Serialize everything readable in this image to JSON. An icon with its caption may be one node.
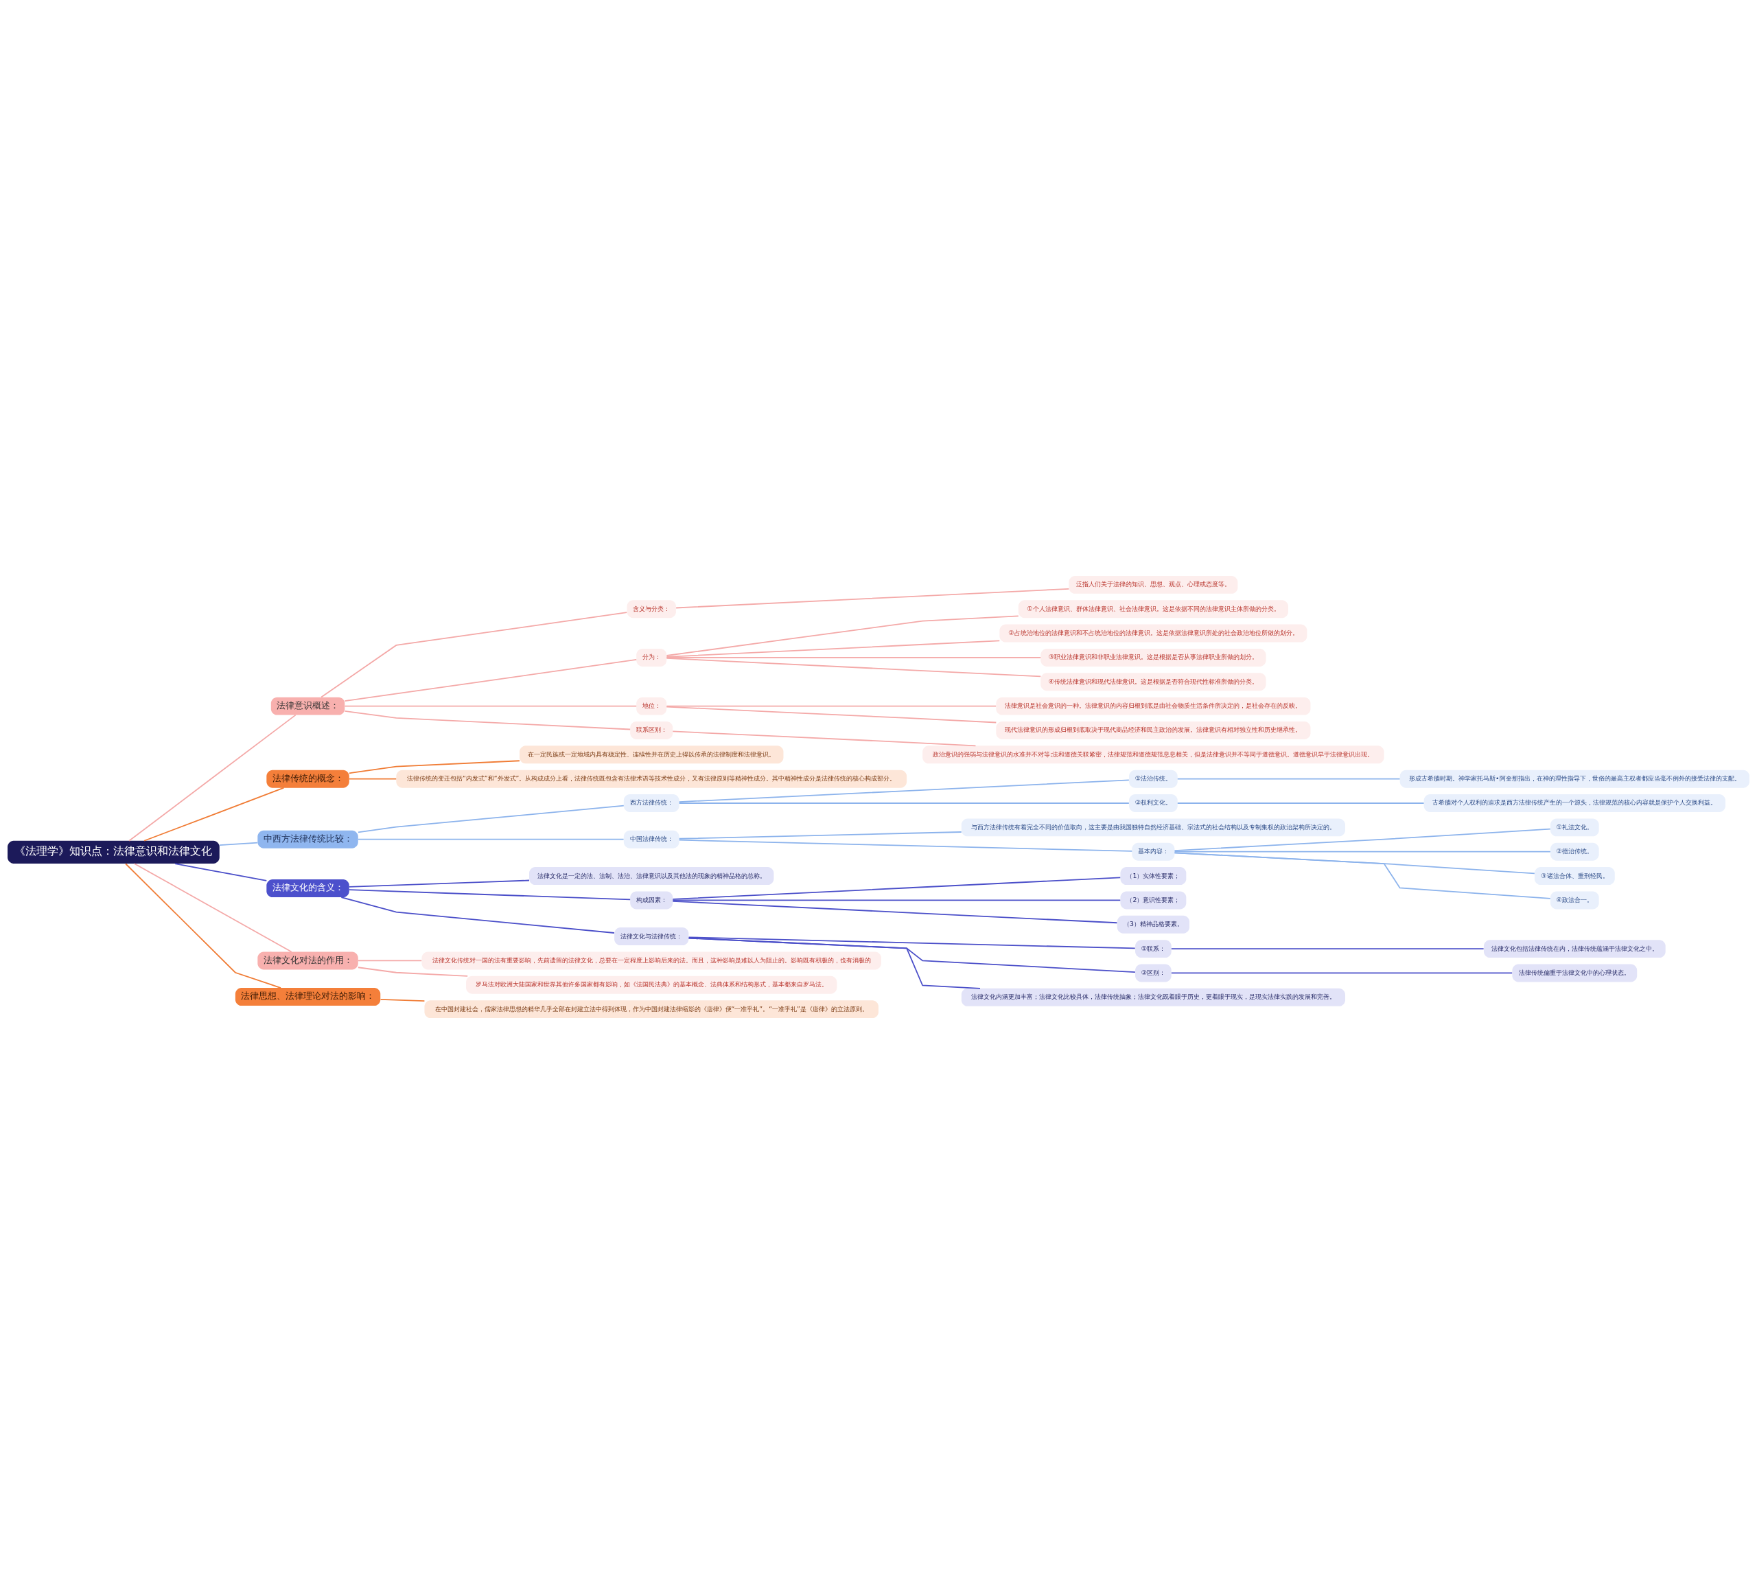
{
  "diagram": {
    "nodes": [
      {
        "text": [
          "《法理学》知识点：法律意识和法律文化"
        ]
      },
      {
        "text": [
          "法律意识概述："
        ]
      },
      {
        "text": [
          "含义与分类："
        ]
      },
      {
        "text": [
          "泛指人们关于法律的知识、思想、观点、心理或态度等。"
        ]
      },
      {
        "text": [
          "分为："
        ]
      },
      {
        "text": [
          "①个人法律意识、群体法律意识、社会法律意识。这是依据不同的法律意识主体所做的分类。"
        ]
      },
      {
        "text": [
          "②占统治地位的法律意识和不占统治地位的法律意识。这是依据法律意识所处的社会政治地位所做的划分。"
        ]
      },
      {
        "text": [
          "③职业法律意识和非职业法律意识。这是根据是否从事法律职业所做的划分。"
        ]
      },
      {
        "text": [
          "④传统法律意识和现代法律意识。这是根据是否符合现代性标准所做的分类。"
        ]
      },
      {
        "text": [
          "地位："
        ]
      },
      {
        "text": [
          "法律意识是社会意识的一种。法律意识的内容归根到底是由社会物质生活条件所决定的，是社会存在的反映。"
        ]
      },
      {
        "text": [
          "现代法律意识的形成归根到底取决于现代商品经济和民主政治的发展。法律意识有相对独立性和历史继承性。"
        ]
      },
      {
        "text": [
          "联系区别："
        ]
      },
      {
        "text": [
          "政治意识的强弱与法律意识的水准并不对等;法和道德关联紧密，法律规范和道德规范息息相关，但是法律意识并不等同于道德意识。道德意识早于法律意识出现。"
        ]
      },
      {
        "text": [
          "法律传统的概念："
        ]
      },
      {
        "text": [
          "在一定民族或一定地域内具有稳定性、连续性并在历史上得以传承的法律制度和法律意识。"
        ]
      },
      {
        "text": [
          "法律传统的变迁包括“内发式”和“外发式”。从构成成分上看，法律传统既包含有法律术语等技术性成分，又有法律原则等精神性成分。其中精神性成分是法律传统的核心构成部分。"
        ]
      },
      {
        "text": [
          "中西方法律传统比较："
        ]
      },
      {
        "text": [
          "西方法律传统："
        ]
      },
      {
        "text": [
          "①法治传统。"
        ]
      },
      {
        "text": [
          "形成古希腊时期。神学家托马斯•阿奎那指出，在神的理性指导下，世俗的最高主权者都应当毫不例外的接受法律的支配。"
        ]
      },
      {
        "text": [
          "②权利文化。"
        ]
      },
      {
        "text": [
          "古希腊对个人权利的追求是西方法律传统产生的一个源头，法律规范的核心内容就是保护个人交换利益。"
        ]
      },
      {
        "text": [
          "中国法律传统："
        ]
      },
      {
        "text": [
          "与西方法律传统有着完全不同的价值取向，这主要是由我国独特自然经济基础、宗法式的社会结构以及专制集权的政治架构所决定的。"
        ]
      },
      {
        "text": [
          "基本内容："
        ]
      },
      {
        "text": [
          "①礼法文化。"
        ]
      },
      {
        "text": [
          "②德治传统。"
        ]
      },
      {
        "text": [
          "③诸法合体、重刑轻民。"
        ]
      },
      {
        "text": [
          "④政法合一。"
        ]
      },
      {
        "text": [
          "法律文化的含义："
        ]
      },
      {
        "text": [
          "法律文化是一定的法、法制、法治、法律意识以及其他法的现象的精神品格的总称。"
        ]
      },
      {
        "text": [
          "构成因素："
        ]
      },
      {
        "text": [
          "（1）实体性要素；"
        ]
      },
      {
        "text": [
          "（2）意识性要素；"
        ]
      },
      {
        "text": [
          "（3）精神品格要素。"
        ]
      },
      {
        "text": [
          "法律文化与法律传统："
        ]
      },
      {
        "text": [
          "①联系："
        ]
      },
      {
        "text": [
          "法律文化包括法律传统在内，法律传统蕴涵于法律文化之中。"
        ]
      },
      {
        "text": [
          "②区别："
        ]
      },
      {
        "text": [
          "法律传统偏重于法律文化中的心理状态。"
        ]
      },
      {
        "text": [
          "法律文化内涵更加丰富；法律文化比较具体，法律传统抽象；法律文化既着眼于历史，更着眼于现实，是现实法律实践的发展和完善。"
        ]
      },
      {
        "text": [
          "法律文化对法的作用："
        ]
      },
      {
        "text": [
          "法律文化传统对一国的法有重要影响，先前遗留的法律文化，总要在一定程度上影响后来的法。而且，这种影响是难以人为阻止的。影响既有积极的，也有消极的"
        ]
      },
      {
        "text": [
          "罗马法对欧洲大陆国家和世界其他许多国家都有影响，如《法国民法典》的基本概念、法典体系和结构形式，基本都来自罗马法。"
        ]
      },
      {
        "text": [
          "法律思想、法律理论对法的影响："
        ]
      },
      {
        "text": [
          "在中国封建社会，儒家法律思想的精华几乎全部在封建立法中得到体现，作为中国封建法律缩影的《唐律》便“一准乎礼”。“一准乎礼”是《唐律》的立法原则。"
        ]
      }
    ],
    "edges": [
      {
        "from": 0,
        "to": 1,
        "arrow": "none",
        "color": "#f4a9a8"
      },
      {
        "from": 1,
        "to": 2,
        "arrow": "none",
        "color": "#f4a9a8"
      },
      {
        "from": 2,
        "to": 3,
        "arrow": "none",
        "color": "#f4a9a8"
      },
      {
        "from": 1,
        "to": 4,
        "arrow": "none",
        "color": "#f4a9a8"
      },
      {
        "from": 4,
        "to": 5,
        "arrow": "none",
        "color": "#f4a9a8"
      },
      {
        "from": 4,
        "to": 6,
        "arrow": "none",
        "color": "#f4a9a8"
      },
      {
        "from": 4,
        "to": 7,
        "arrow": "none",
        "color": "#f4a9a8"
      },
      {
        "from": 4,
        "to": 8,
        "arrow": "none",
        "color": "#f4a9a8"
      },
      {
        "from": 1,
        "to": 9,
        "arrow": "none",
        "color": "#f4a9a8"
      },
      {
        "from": 9,
        "to": 10,
        "arrow": "none",
        "color": "#f4a9a8"
      },
      {
        "from": 9,
        "to": 11,
        "arrow": "none",
        "color": "#f4a9a8"
      },
      {
        "from": 1,
        "to": 12,
        "arrow": "none",
        "color": "#f4a9a8"
      },
      {
        "from": 12,
        "to": 13,
        "arrow": "none",
        "color": "#f4a9a8"
      },
      {
        "from": 0,
        "to": 14,
        "arrow": "none",
        "color": "#f07c35"
      },
      {
        "from": 14,
        "to": 15,
        "arrow": "none",
        "color": "#f07c35"
      },
      {
        "from": 14,
        "to": 16,
        "arrow": "none",
        "color": "#f07c35"
      },
      {
        "from": 0,
        "to": 17,
        "arrow": "none",
        "color": "#8cb3ec"
      },
      {
        "from": 17,
        "to": 18,
        "arrow": "none",
        "color": "#8cb3ec"
      },
      {
        "from": 18,
        "to": 19,
        "arrow": "none",
        "color": "#8cb3ec"
      },
      {
        "from": 19,
        "to": 20,
        "arrow": "none",
        "color": "#8cb3ec"
      },
      {
        "from": 18,
        "to": 21,
        "arrow": "none",
        "color": "#8cb3ec"
      },
      {
        "from": 21,
        "to": 22,
        "arrow": "none",
        "color": "#8cb3ec"
      },
      {
        "from": 17,
        "to": 23,
        "arrow": "none",
        "color": "#8cb3ec"
      },
      {
        "from": 23,
        "to": 24,
        "arrow": "none",
        "color": "#8cb3ec"
      },
      {
        "from": 23,
        "to": 25,
        "arrow": "none",
        "color": "#8cb3ec"
      },
      {
        "from": 25,
        "to": 26,
        "arrow": "none",
        "color": "#8cb3ec"
      },
      {
        "from": 25,
        "to": 27,
        "arrow": "none",
        "color": "#8cb3ec"
      },
      {
        "from": 25,
        "to": 28,
        "arrow": "none",
        "color": "#8cb3ec"
      },
      {
        "from": 25,
        "to": 29,
        "arrow": "none",
        "color": "#8cb3ec"
      },
      {
        "from": 0,
        "to": 30,
        "arrow": "none",
        "color": "#4b4fc9"
      },
      {
        "from": 30,
        "to": 31,
        "arrow": "none",
        "color": "#4b4fc9"
      },
      {
        "from": 30,
        "to": 32,
        "arrow": "none",
        "color": "#4b4fc9"
      },
      {
        "from": 32,
        "to": 33,
        "arrow": "none",
        "color": "#4b4fc9"
      },
      {
        "from": 32,
        "to": 34,
        "arrow": "none",
        "color": "#4b4fc9"
      },
      {
        "from": 32,
        "to": 35,
        "arrow": "none",
        "color": "#4b4fc9"
      },
      {
        "from": 30,
        "to": 36,
        "arrow": "none",
        "color": "#4b4fc9"
      },
      {
        "from": 36,
        "to": 37,
        "arrow": "none",
        "color": "#4b4fc9"
      },
      {
        "from": 37,
        "to": 38,
        "arrow": "none",
        "color": "#4b4fc9"
      },
      {
        "from": 36,
        "to": 39,
        "arrow": "none",
        "color": "#4b4fc9"
      },
      {
        "from": 39,
        "to": 40,
        "arrow": "none",
        "color": "#4b4fc9"
      },
      {
        "from": 36,
        "to": 41,
        "arrow": "none",
        "color": "#4b4fc9"
      },
      {
        "from": 0,
        "to": 42,
        "arrow": "none",
        "color": "#f4a9a8"
      },
      {
        "from": 42,
        "to": 43,
        "arrow": "none",
        "color": "#f4a9a8"
      },
      {
        "from": 42,
        "to": 44,
        "arrow": "none",
        "color": "#f4a9a8"
      },
      {
        "from": 0,
        "to": 45,
        "arrow": "none",
        "color": "#f07c35"
      },
      {
        "from": 45,
        "to": 46,
        "arrow": "none",
        "color": "#f07c35"
      }
    ]
  }
}
